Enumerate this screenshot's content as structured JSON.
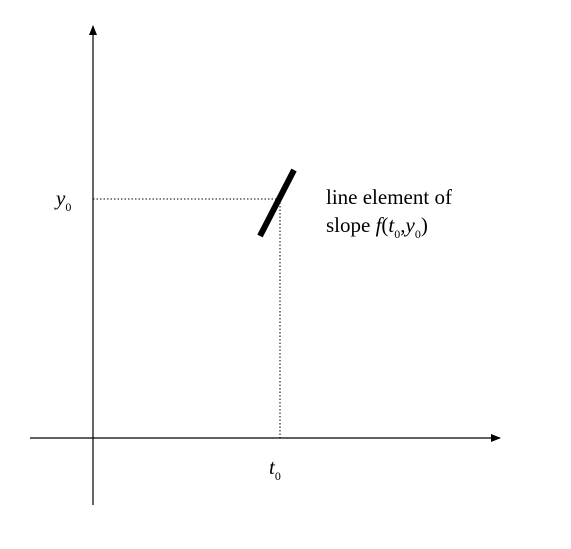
{
  "diagram": {
    "y_axis_label": {
      "base": "y",
      "sub": "0"
    },
    "x_axis_label": {
      "base": "t",
      "sub": "0"
    },
    "annotation": {
      "line1": "line element of",
      "line2_prefix": "slope ",
      "func": "f",
      "open_paren": "(",
      "t": "t",
      "t_sub": "0",
      "comma": ",",
      "y": "y",
      "y_sub": "0",
      "close_paren": ")"
    },
    "colors": {
      "axes": "#000000",
      "guides": "#000000",
      "line_element": "#000000",
      "background": "#ffffff"
    }
  }
}
